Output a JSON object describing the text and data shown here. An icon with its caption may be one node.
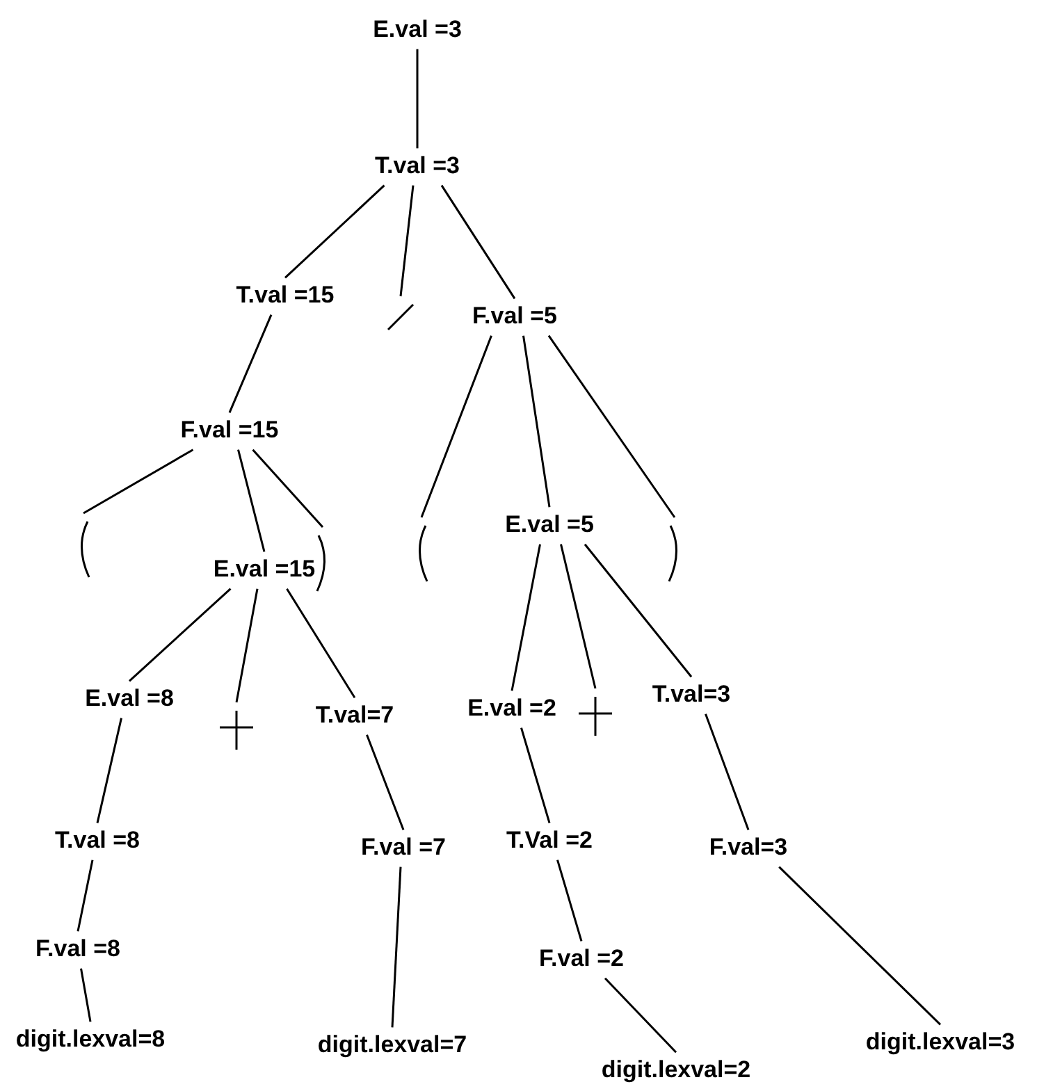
{
  "diagram": {
    "nodes": [
      {
        "text": [
          "E.val =3"
        ]
      },
      {
        "text": [
          "T.val =3"
        ]
      },
      {
        "text": [
          "T.val =15"
        ]
      },
      {
        "text": [],
        "shape": "line"
      },
      {
        "text": [
          "F.val =5"
        ]
      },
      {
        "text": [
          "F.val =15"
        ]
      },
      {
        "text": [],
        "shape": "bracket"
      },
      {
        "text": [
          "E.val =15"
        ]
      },
      {
        "text": [],
        "shape": "bracket"
      },
      {
        "text": [],
        "shape": "bracket"
      },
      {
        "text": [
          "E.val =5"
        ]
      },
      {
        "text": [],
        "shape": "bracket"
      },
      {
        "text": [
          "E.val =8"
        ]
      },
      {
        "text": [],
        "shape": "cross"
      },
      {
        "text": [
          "T.val=7"
        ]
      },
      {
        "text": [
          "E.val =2"
        ]
      },
      {
        "text": [],
        "shape": "cross"
      },
      {
        "text": [
          "T.val=3"
        ]
      },
      {
        "text": [
          "T.val =8"
        ]
      },
      {
        "text": [
          "F.val =7"
        ]
      },
      {
        "text": [
          "T.Val =2"
        ]
      },
      {
        "text": [
          "F.val=3"
        ]
      },
      {
        "text": [
          "F.val =8"
        ]
      },
      {
        "text": [
          "F.val =2"
        ]
      },
      {
        "text": [
          "digit.lexval=8"
        ]
      },
      {
        "text": [
          "digit.lexval=7"
        ]
      },
      {
        "text": [
          "digit.lexval=2"
        ]
      },
      {
        "text": [
          "digit.lexval=3"
        ]
      }
    ],
    "edges": [
      {
        "from": 0,
        "to": 1,
        "arrow": "none"
      },
      {
        "from": 1,
        "to": 2,
        "arrow": "none"
      },
      {
        "from": 1,
        "to": 3,
        "arrow": "none"
      },
      {
        "from": 1,
        "to": 4,
        "arrow": "none"
      },
      {
        "from": 2,
        "to": 5,
        "arrow": "none"
      },
      {
        "from": 5,
        "to": 6,
        "arrow": "none"
      },
      {
        "from": 5,
        "to": 7,
        "arrow": "none"
      },
      {
        "from": 5,
        "to": 8,
        "arrow": "none"
      },
      {
        "from": 4,
        "to": 9,
        "arrow": "none"
      },
      {
        "from": 4,
        "to": 10,
        "arrow": "none"
      },
      {
        "from": 4,
        "to": 11,
        "arrow": "none"
      },
      {
        "from": 7,
        "to": 12,
        "arrow": "none"
      },
      {
        "from": 7,
        "to": 13,
        "arrow": "none"
      },
      {
        "from": 7,
        "to": 14,
        "arrow": "none"
      },
      {
        "from": 10,
        "to": 15,
        "arrow": "none"
      },
      {
        "from": 10,
        "to": 16,
        "arrow": "none"
      },
      {
        "from": 10,
        "to": 17,
        "arrow": "none"
      },
      {
        "from": 12,
        "to": 18,
        "arrow": "none"
      },
      {
        "from": 14,
        "to": 19,
        "arrow": "none"
      },
      {
        "from": 15,
        "to": 20,
        "arrow": "none"
      },
      {
        "from": 17,
        "to": 21,
        "arrow": "none"
      },
      {
        "from": 18,
        "to": 22,
        "arrow": "none"
      },
      {
        "from": 19,
        "to": 25,
        "arrow": "none"
      },
      {
        "from": 20,
        "to": 23,
        "arrow": "none"
      },
      {
        "from": 21,
        "to": 27,
        "arrow": "none"
      },
      {
        "from": 22,
        "to": 24,
        "arrow": "none"
      },
      {
        "from": 23,
        "to": 26,
        "arrow": "none"
      }
    ]
  }
}
